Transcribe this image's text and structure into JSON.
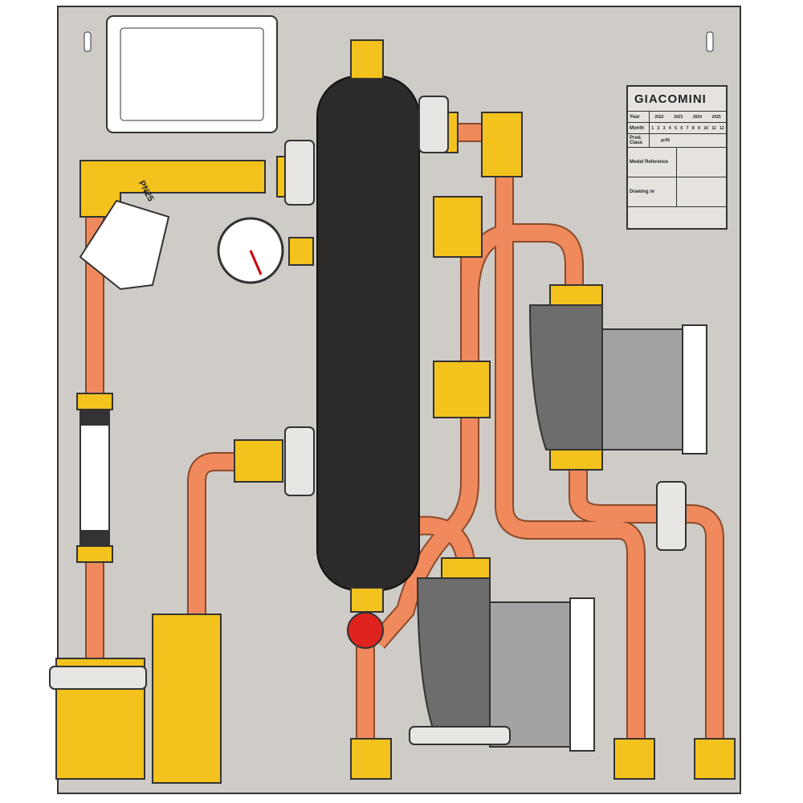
{
  "diagram": {
    "title": "Hydraulic separator module panel",
    "valve_marking": "PN25",
    "plate": {
      "brand": "GIACOMINI",
      "year_label": "Year",
      "years": [
        "2022",
        "2023",
        "2024",
        "2025"
      ],
      "month_label": "Month",
      "months": [
        "1",
        "2",
        "3",
        "4",
        "5",
        "6",
        "7",
        "8",
        "9",
        "10",
        "11",
        "12"
      ],
      "class_label": "Prod. Class",
      "class_value": "gc65",
      "model_label": "Model Reference",
      "drawing_label": "Drawing nr"
    },
    "colors": {
      "panel": "#cfcbc7",
      "copper": "#f0895c",
      "brass": "#f4c21c",
      "separator": "#2d2a2a",
      "pump": "#8e8e8e"
    }
  }
}
